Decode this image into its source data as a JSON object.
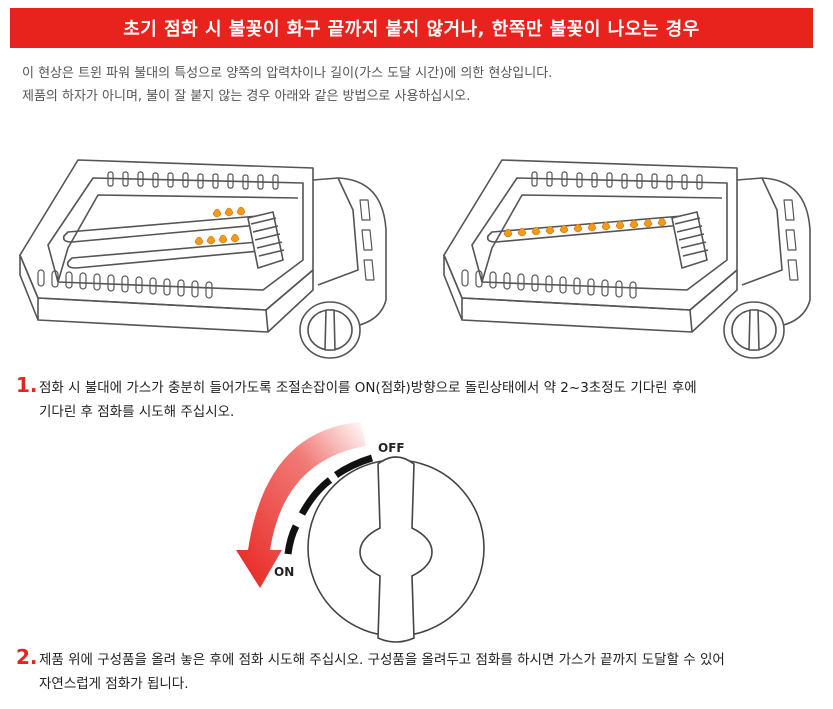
{
  "banner": {
    "title": "초기 점화 시 불꽃이 화구 끝까지 붙지 않거나, 한쪽만 불꽃이 나오는 경우"
  },
  "intro": {
    "line1": "이 현상은 트윈 파워 불대의 특성으로 양쪽의 압력차이나 길이(가스 도달 시간)에 의한 현상입니다.",
    "line2": "제품의 하자가 아니며, 불이 잘 붙지 않는 경우 아래와 같은 방법으로 사용하십시오."
  },
  "step1": {
    "number": "1.",
    "line1": "점화 시 불대에 가스가 충분히 들어가도록 조절손잡이를 ON(점화)방향으로 돌린상태에서 약 2~3초정도 기다린 후에",
    "line2": "기다린 후 점화를 시도해 주십시오."
  },
  "knob": {
    "off_label": "OFF",
    "on_label": "ON"
  },
  "step2": {
    "number": "2.",
    "line1": "제품 위에 구성품을 올려 놓은 후에 점화 시도해 주십시오. 구성품을 올려두고 점화를 하시면 가스가 끝까지 도달할 수 있어",
    "line2": "자연스럽게 점화가 됩니다."
  },
  "colors": {
    "accent": "#e8231e",
    "flame": "#f39a1a",
    "line": "#555555"
  }
}
